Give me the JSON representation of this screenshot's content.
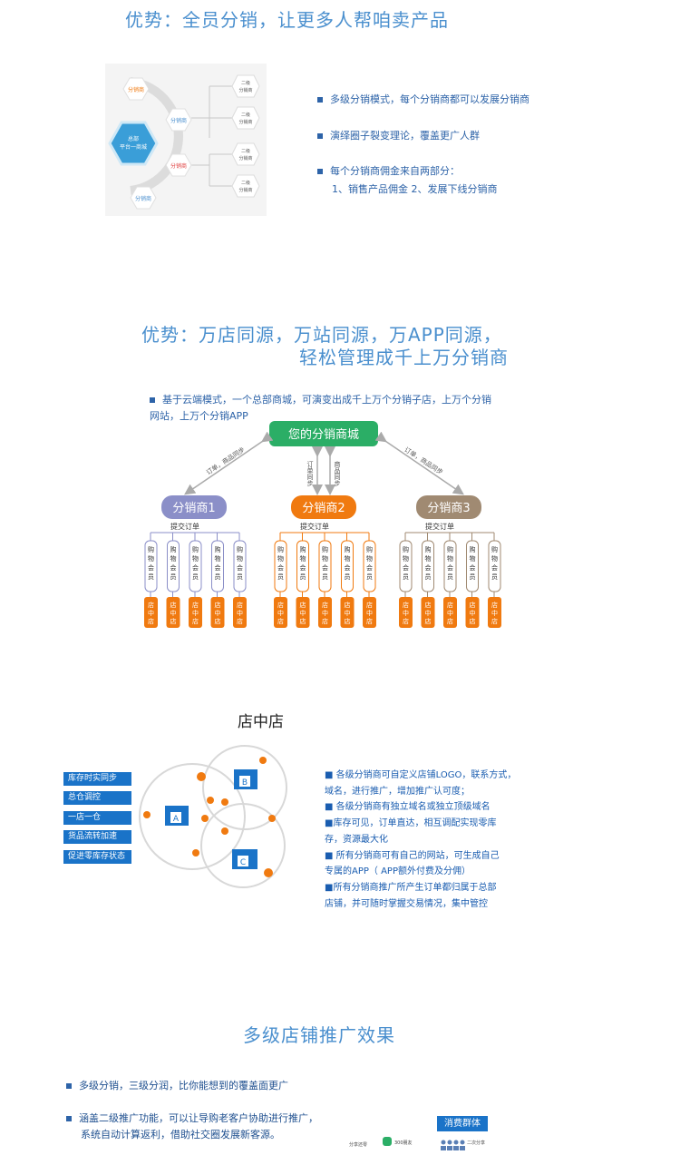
{
  "section1": {
    "heading": "优势：全员分销，让更多人帮咱卖产品",
    "diagram": {
      "center_line1": "总部",
      "center_line2": "平台一商城",
      "node_top": "分销商",
      "node_mid1": "分销商",
      "node_mid2": "分销商",
      "node_bottom": "分销商",
      "sub_line1": "二级",
      "sub_line2": "分销商"
    },
    "bullets": [
      "多级分销模式，每个分销商都可以发展分销商",
      "演绎圈子裂变理论，覆盖更广人群",
      "每个分销商佣金来自两部分："
    ],
    "bullet_sub": "1、销售产品佣金  2、发展下线分销商"
  },
  "section2": {
    "heading_line1": "优势：万店同源，万站同源，万APP同源，",
    "heading_line2": "轻松管理成千上万分销商",
    "intro_line1": "基于云端模式，一个总部商城，可演变出成千上万个分销子店，上万个分销",
    "intro_line2": "网站，上万个分销APP",
    "mall": "您的分销商城",
    "arrow_left": "订单，商品同步",
    "arrow_right": "订单，商品同步",
    "arrow_mid_left": "订单同步",
    "arrow_mid_right": "商品同步",
    "distributors": [
      {
        "name": "分销商1",
        "color": "#8b8fc8"
      },
      {
        "name": "分销商2",
        "color": "#f07a10"
      },
      {
        "name": "分销商3",
        "color": "#a08a72"
      }
    ],
    "submit_order": "提交订单",
    "member": "购物会员",
    "shop": "店中店"
  },
  "section3": {
    "title": "店中店",
    "side_tags": [
      "库存时实同步",
      "总仓调控",
      "一店一仓",
      "货品流转加速",
      "促进零库存状态"
    ],
    "bullets": [
      "■  各级分销商可自定义店铺LOGO，联系方式，",
      "域名，进行推广，增加推广认可度；",
      "■  各级分销商有独立域名或独立顶级域名",
      "■库存可见，订单直达，相互调配实现零库",
      "存，资源最大化",
      "■  所有分销商可有自己的网站，可生成自己",
      "专属的APP（ APP额外付费及分佣）",
      "■所有分销商推广所产生订单都归属于总部",
      "    店铺，并可随时掌握交易情况，集中管控"
    ]
  },
  "section4": {
    "heading": "多级店铺推广效果",
    "bullet1": "多级分销，三级分润，比你能想到的覆盖面更广",
    "bullet2_line1": "涵盖二级推广功能，可以让导购老客户协助进行推广，",
    "bullet2_line2": "系统自动计算返利，借助社交圈发展新客源。",
    "badge": "消费群体",
    "share_label": "分享还零",
    "friends_label": "300朋友",
    "second_share": "二次分享"
  }
}
